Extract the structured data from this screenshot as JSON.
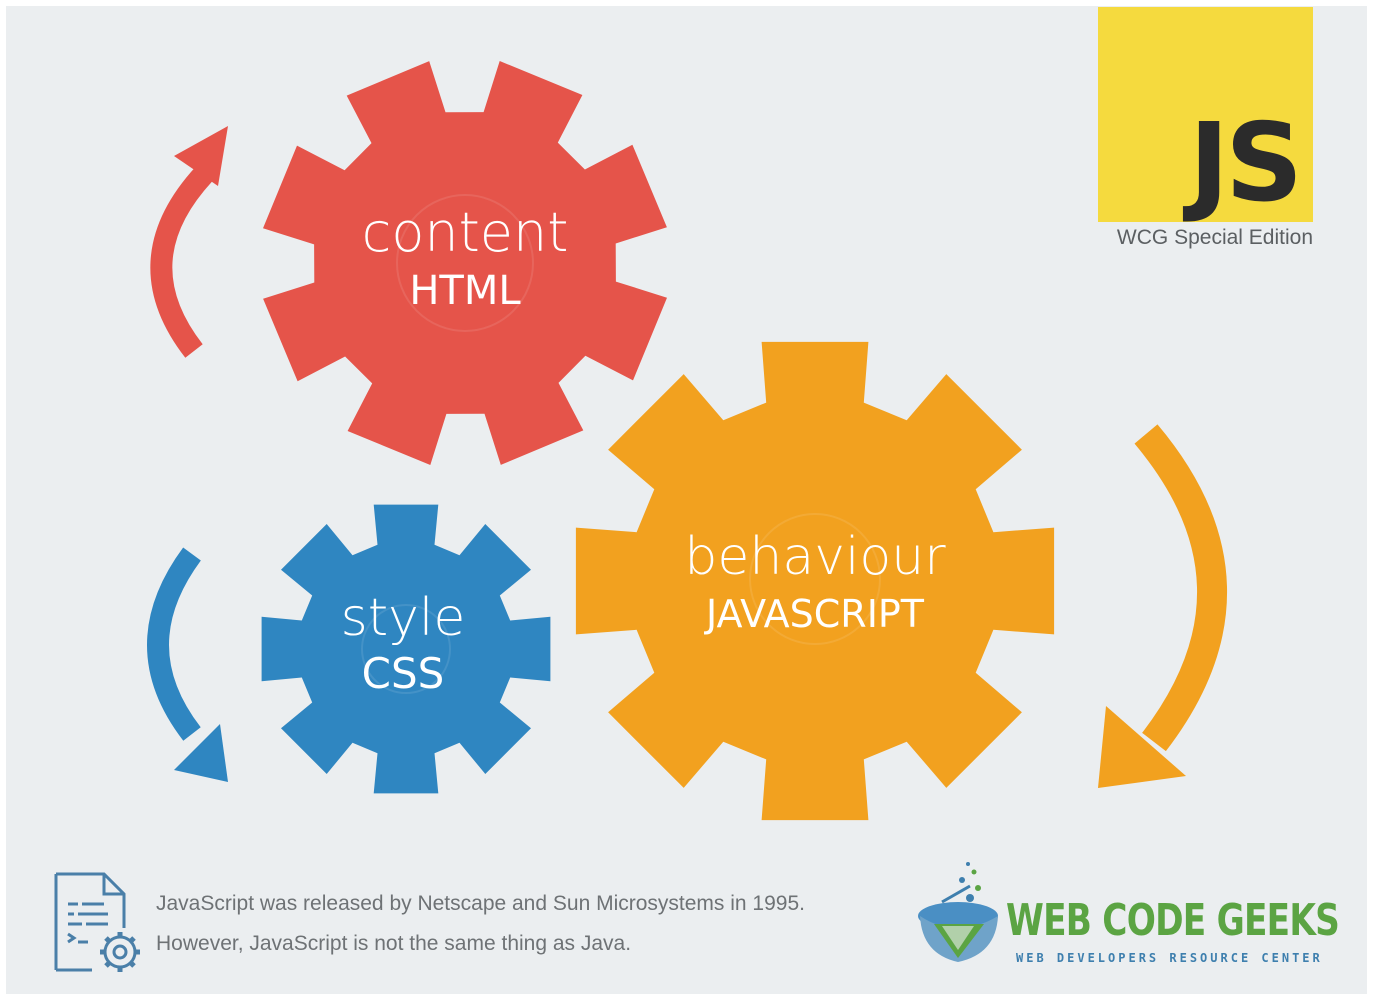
{
  "gears": {
    "html": {
      "word": "content",
      "tech": "HTML",
      "color": "#e5544a"
    },
    "css": {
      "word": "style",
      "tech": "CSS",
      "color": "#2f86c1"
    },
    "js": {
      "word": "behaviour",
      "tech": "JAVASCRIPT",
      "color": "#f2a11f"
    }
  },
  "badge": {
    "logo_text": "JS",
    "edition": "WCG Special Edition",
    "color": "#f5da3e"
  },
  "note": {
    "line1": "JavaScript was released by Netscape and Sun Microsystems in 1995.",
    "line2": "However, JavaScript is not the same thing as Java."
  },
  "publisher": {
    "name": "WEB CODE GEEKS",
    "tagline": "WEB DEVELOPERS RESOURCE CENTER"
  },
  "icons": [
    "red-cycle-arrow-icon",
    "blue-cycle-arrow-icon",
    "orange-cycle-arrow-icon",
    "document-settings-icon",
    "wcg-logo-icon"
  ]
}
